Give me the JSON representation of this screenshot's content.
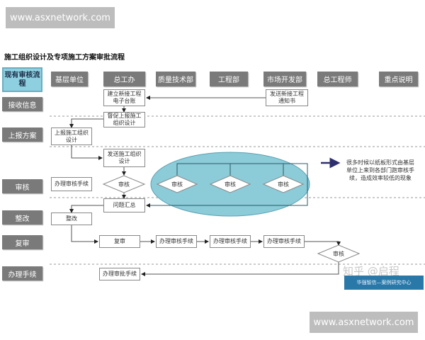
{
  "banner_top": "www.asxnetwork.com",
  "banner_bottom": "www.asxnetwork.com",
  "title": "施工组织设计及专项施工方案审批流程",
  "corner_label": "现有审核流程",
  "columns": [
    "基层单位",
    "总工办",
    "质量技术部",
    "工程部",
    "市场开发部",
    "总工程师",
    "重点说明"
  ],
  "rows": [
    "接收信息",
    "上报方案",
    "审核",
    "整改",
    "复审",
    "办理手续"
  ],
  "boxes": {
    "ledger": "建立新接工程电子台账",
    "notice": "发送新接工程通知书",
    "urge": "督促上报施工组织设计",
    "submit": "上报施工组织设计",
    "send": "发送施工组织设计",
    "handle": "办理审核手续",
    "review": "审核",
    "dept_review_1": "审核",
    "dept_review_2": "审核",
    "dept_review_3": "审核",
    "summary": "问题汇总",
    "rectify": "整改",
    "rereview": "复审",
    "handle_2": "办理审核手续",
    "handle_3": "办理审核手续",
    "handle_4": "办理审核手续",
    "final_review": "审核",
    "approve": "办理审批手续"
  },
  "note": "很多时候以纸板形式由基层单位上来到各部门跑审核手续，造成效率较低的现象",
  "watermark": "知乎 @启程",
  "watermark_banner": "华强智信—案例研究中心",
  "colors": {
    "header": "#7a7a7a",
    "corner": "#8fd0e0",
    "ellipse": "#8ccbd8",
    "arrow_note": "#2e2f6e"
  }
}
